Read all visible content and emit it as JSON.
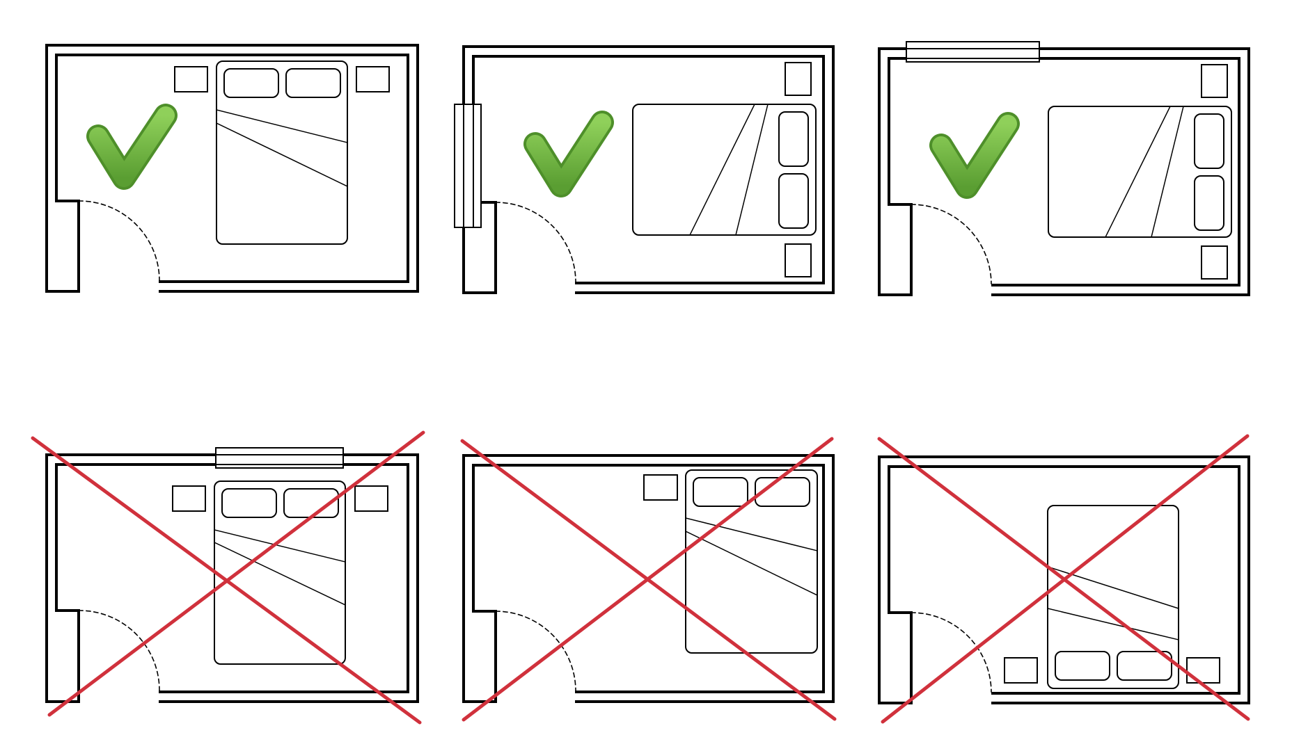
{
  "diagram": {
    "layouts": [
      {
        "id": "layout-1",
        "verdict": "correct",
        "marker_icon": "checkmark-icon",
        "bed_orientation": "headboard-top",
        "window": "none"
      },
      {
        "id": "layout-2",
        "verdict": "correct",
        "marker_icon": "checkmark-icon",
        "bed_orientation": "headboard-right",
        "window": "left-wall"
      },
      {
        "id": "layout-3",
        "verdict": "correct",
        "marker_icon": "checkmark-icon",
        "bed_orientation": "headboard-right",
        "window": "top-wall"
      },
      {
        "id": "layout-4",
        "verdict": "incorrect",
        "marker_icon": "cross-icon",
        "bed_orientation": "headboard-top",
        "window": "top-wall-above-bed"
      },
      {
        "id": "layout-5",
        "verdict": "incorrect",
        "marker_icon": "cross-icon",
        "bed_orientation": "headboard-top",
        "window": "none"
      },
      {
        "id": "layout-6",
        "verdict": "incorrect",
        "marker_icon": "cross-icon",
        "bed_orientation": "headboard-bottom",
        "window": "none"
      }
    ],
    "colors": {
      "wall": "#000000",
      "check": "#6db33f",
      "check_dark": "#4e8f2a",
      "cross": "#d0313c",
      "background": "#ffffff"
    }
  }
}
